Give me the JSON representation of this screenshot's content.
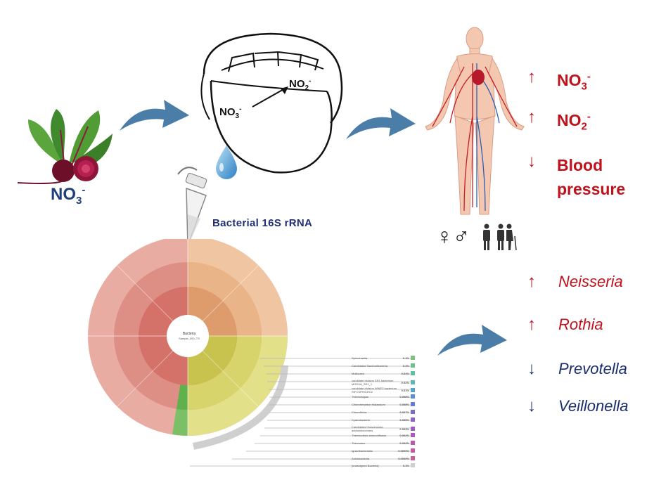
{
  "beet": {
    "label": "NO3-"
  },
  "tongue": {
    "no3": "NO3-",
    "no2": "NO2-"
  },
  "sample": {
    "label": "Bacterial  16S rRNA"
  },
  "krona": {
    "center_title": "Bacteria",
    "center_sub": "Sample_000_TS",
    "legend": [
      {
        "name": "Spirochaetia",
        "value": "0.1%",
        "color": "#7fbf7f"
      },
      {
        "name": "Candidatus Saccharibacteria",
        "value": "0.1%",
        "color": "#6cc08a"
      },
      {
        "name": "Mollicutes",
        "value": "0.04%",
        "color": "#62bfa0"
      },
      {
        "name": "candidate division SR1 bacterium MGEHA_SR1_1",
        "value": "0.02%",
        "color": "#5bb6b4"
      },
      {
        "name": "candidate division WWE3 bacterium RIFCSPHIGHO2",
        "value": "0.01%",
        "color": "#5aa3c4"
      },
      {
        "name": "Thermotogae",
        "value": "0.008%",
        "color": "#5e8ecb"
      },
      {
        "name": "Chloroherpeton thalassium",
        "value": "0.008%",
        "color": "#6b7ccc"
      },
      {
        "name": "Chloroflexia",
        "value": "0.007%",
        "color": "#7a6cc8"
      },
      {
        "name": "Cyanobacteria",
        "value": "0.005%",
        "color": "#8b64c4"
      },
      {
        "name": "Candidatus Cloacimonas acidaminovorans",
        "value": "0.003%",
        "color": "#9c5ec0"
      },
      {
        "name": "Thermovibrio ammonificans",
        "value": "0.002%",
        "color": "#ad5abb"
      },
      {
        "name": "Thermales",
        "value": "0.002%",
        "color": "#bb58b0"
      },
      {
        "name": "Ignavibacteriales",
        "value": "0.0009%",
        "color": "#c45aa2"
      },
      {
        "name": "Acidobacteriia",
        "value": "0.0009%",
        "color": "#c9608f"
      },
      {
        "name": "[unassigned Bacteria]",
        "value": "0.1%",
        "color": "#cfcfcf"
      }
    ]
  },
  "outcomes": [
    {
      "direction": "up",
      "text": "NO3-"
    },
    {
      "direction": "up",
      "text": "NO2-"
    },
    {
      "direction": "down",
      "text": "Blood pressure"
    }
  ],
  "bacteria_changes": [
    {
      "direction": "up",
      "name": "Neisseria",
      "color": "#c0121c"
    },
    {
      "direction": "up",
      "name": "Rothia",
      "color": "#c0121c"
    },
    {
      "direction": "down",
      "name": "Prevotella",
      "color": "#1a2d6e"
    },
    {
      "direction": "down",
      "name": "Veillonella",
      "color": "#1a2d6e"
    }
  ],
  "colors": {
    "flow_arrow": "#4a7ea8",
    "up": "#c0121c",
    "down": "#1a2d6e",
    "no3_label": "#1f3f7a"
  },
  "icons": [
    "beetroot-icon",
    "tongue-icon",
    "saliva-drop-icon",
    "sample-tube-icon",
    "human-circulation-icon",
    "female-symbol-icon",
    "male-symbol-icon",
    "people-icon",
    "elderly-icon"
  ]
}
